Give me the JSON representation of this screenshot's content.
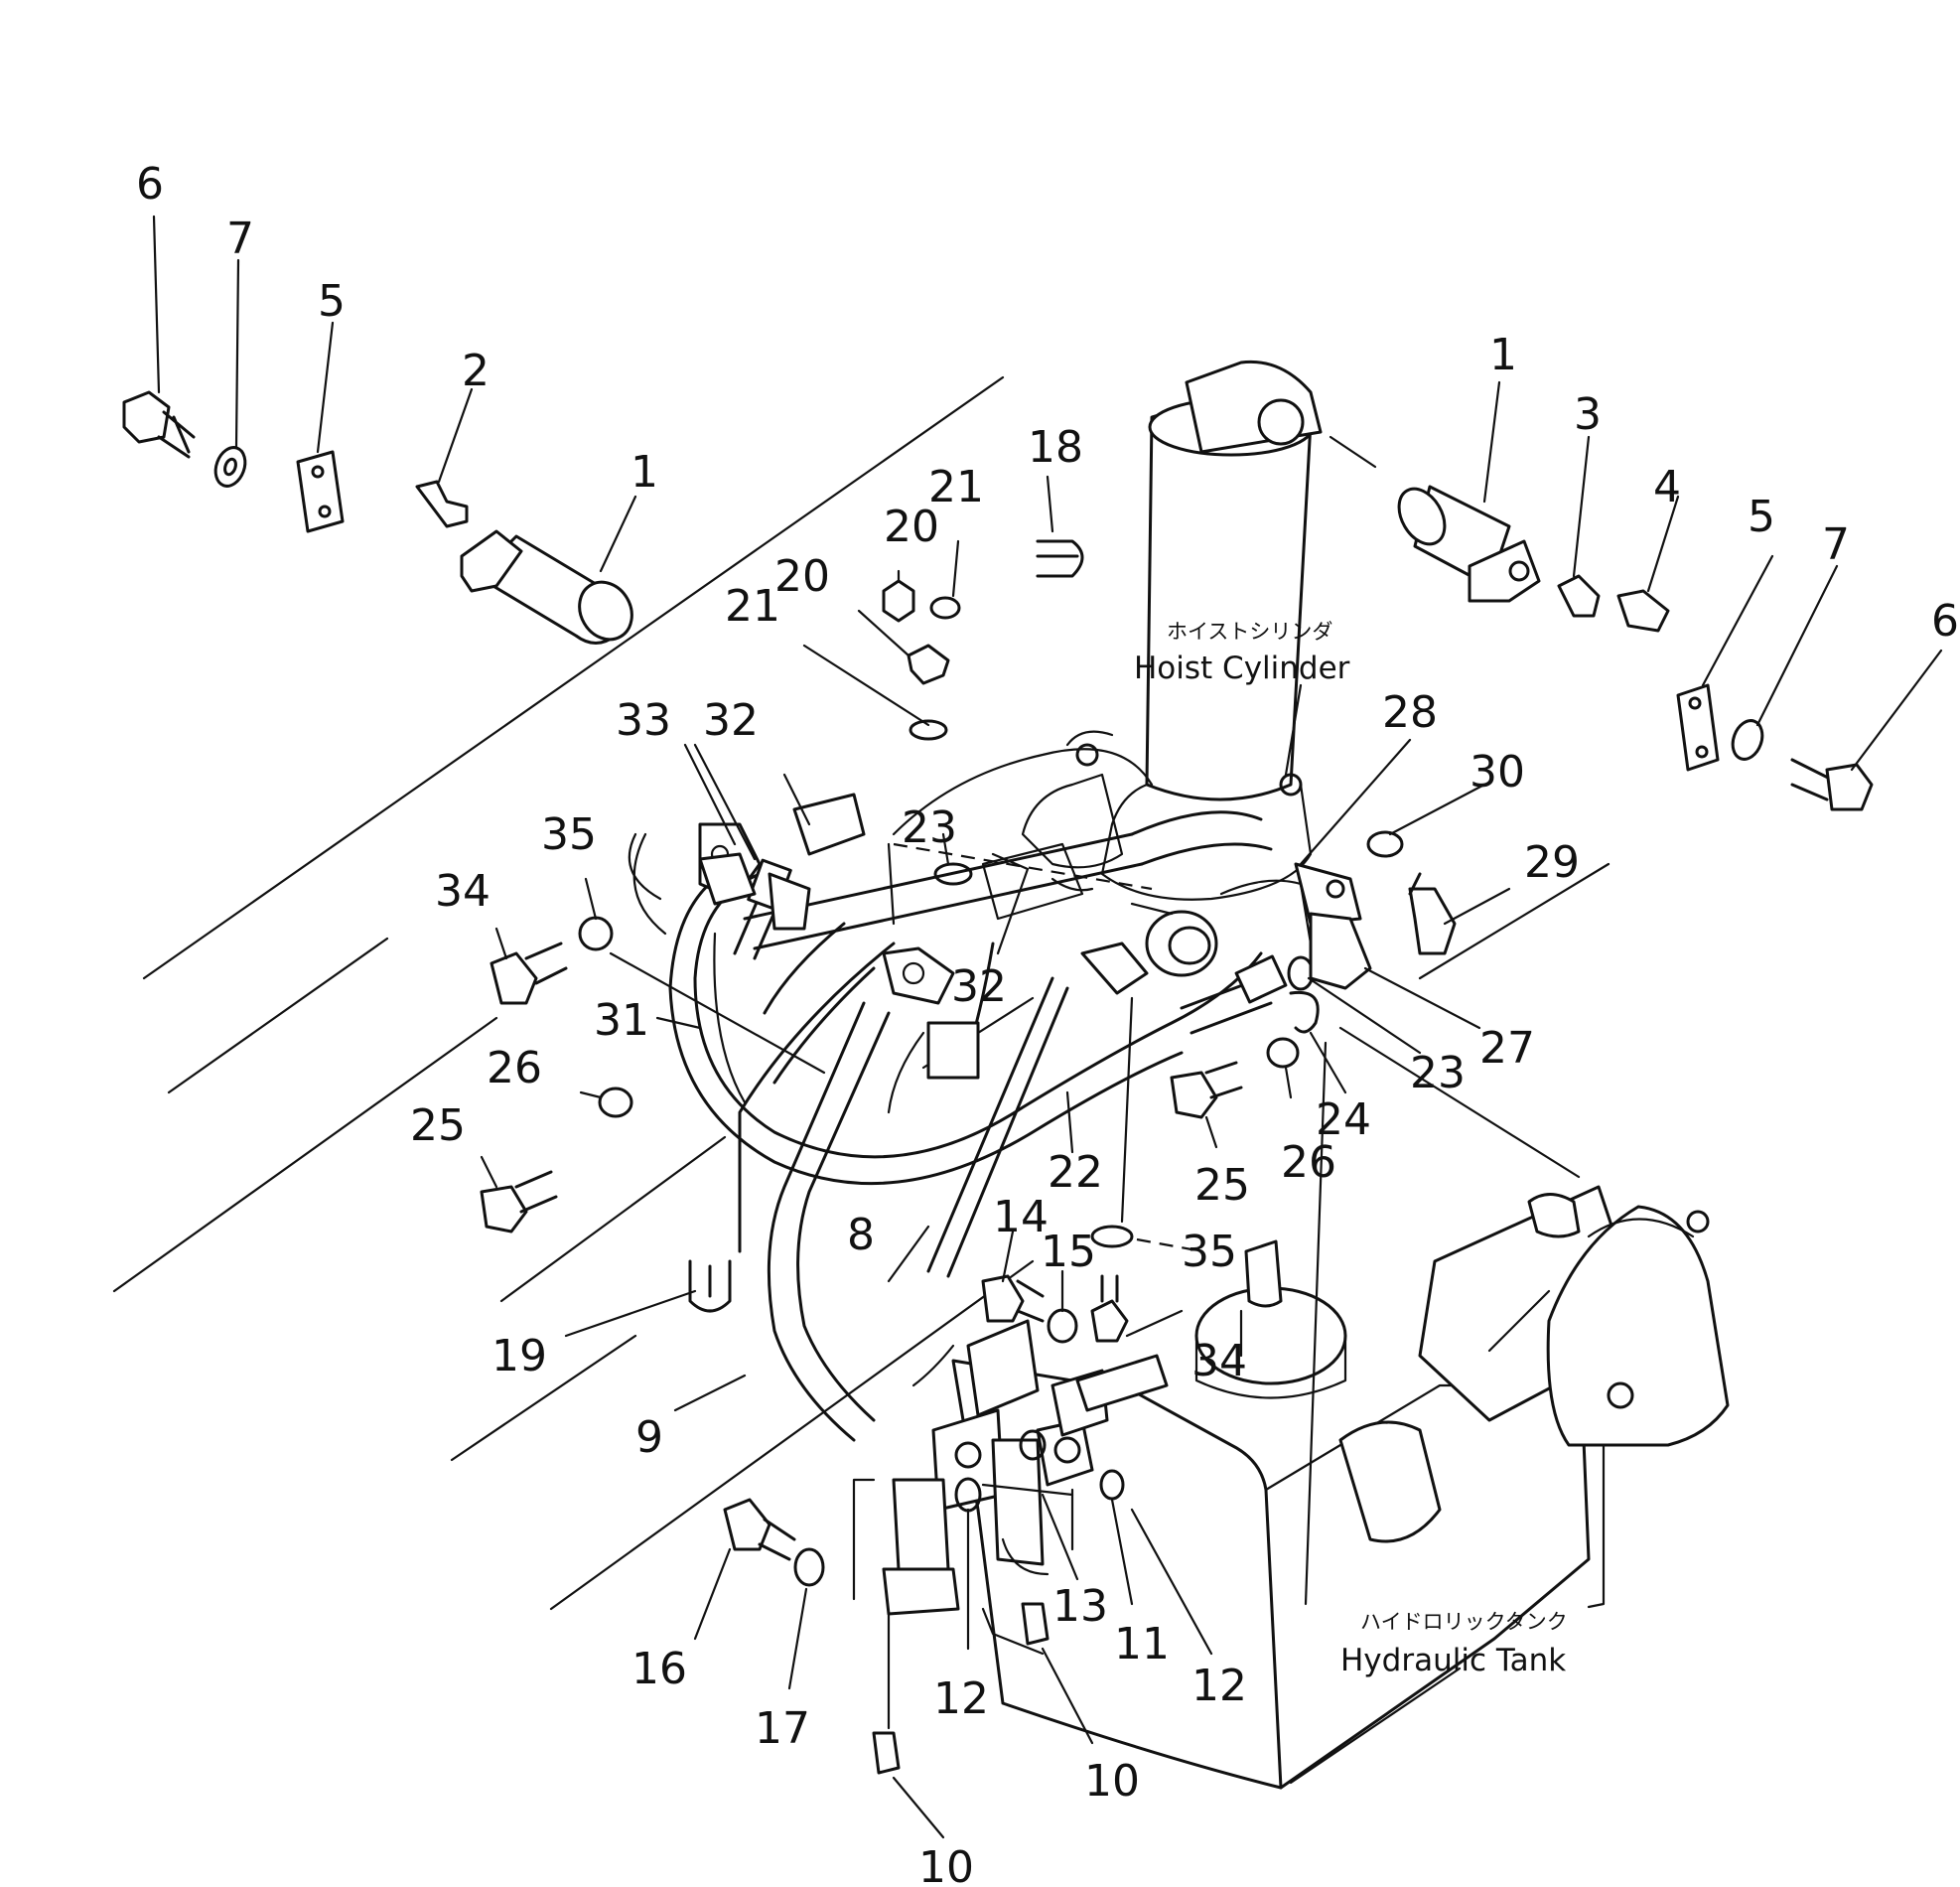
{
  "labels": {
    "hoist_cylinder": {
      "jp": "ホイストシリンダ",
      "en": "Hoist Cylinder"
    },
    "hydraulic_tank": {
      "jp": "ハイドロリックタンク",
      "en": "Hydraulic Tank"
    }
  },
  "callouts": {
    "c1a": "1",
    "c1b": "1",
    "c2": "2",
    "c3": "3",
    "c4": "4",
    "c5a": "5",
    "c5b": "5",
    "c6a": "6",
    "c6b": "6",
    "c7a": "7",
    "c7b": "7",
    "c8": "8",
    "c9": "9",
    "c10a": "10",
    "c10b": "10",
    "c11": "11",
    "c12a": "12",
    "c12b": "12",
    "c13": "13",
    "c14": "14",
    "c15": "15",
    "c16": "16",
    "c17": "17",
    "c18": "18",
    "c19": "19",
    "c20a": "20",
    "c20b": "20",
    "c21a": "21",
    "c21b": "21",
    "c22": "22",
    "c23a": "23",
    "c23b": "23",
    "c24": "24",
    "c25a": "25",
    "c25b": "25",
    "c26a": "26",
    "c26b": "26",
    "c27": "27",
    "c28": "28",
    "c29": "29",
    "c30": "30",
    "c31": "31",
    "c32a": "32",
    "c32b": "32",
    "c33": "33",
    "c34a": "34",
    "c34b": "34",
    "c35a": "35",
    "c35b": "35"
  }
}
